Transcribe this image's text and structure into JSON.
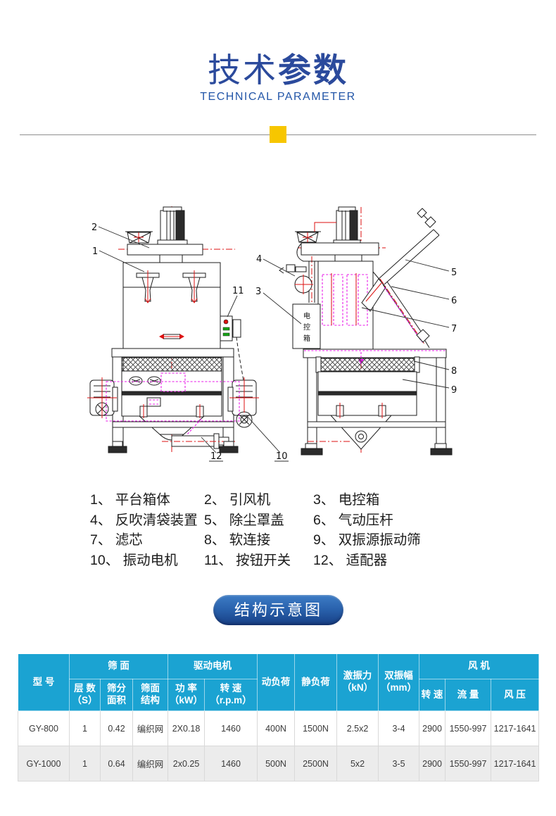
{
  "header": {
    "title_light": "技术",
    "title_bold": "参数",
    "subtitle": "TECHNICAL PARAMETER",
    "accent_color": "#f7c600",
    "title_color": "#2b4a9c"
  },
  "diagram": {
    "callouts": [
      "1",
      "2",
      "3",
      "4",
      "5",
      "6",
      "7",
      "8",
      "9",
      "10",
      "11",
      "12"
    ],
    "control_box_chars": [
      "电",
      "控",
      "箱"
    ],
    "line_colors": {
      "outline": "#1d1d1d",
      "centerline": "#dd1111",
      "highlight": "#e818e8"
    }
  },
  "legend": {
    "items": [
      "1、 平台箱体",
      "2、 引风机",
      "3、 电控箱",
      "4、 反吹清袋装置",
      "5、 除尘罩盖",
      "6、 气动压杆",
      "7、 滤芯",
      "8、 软连接",
      "9、 双振源振动筛",
      "10、 振动电机",
      "11、 按钮开关",
      "12、 适配器"
    ]
  },
  "button": {
    "label": "结构示意图"
  },
  "table": {
    "header": {
      "model": "型 号",
      "group_screen": "筛  面",
      "group_motor": "驱动电机",
      "dyn_load": "动负荷",
      "static_load": "静负荷",
      "excitation": "激振力\n（kN）",
      "amplitude": "双振幅\n（mm）",
      "group_fan": "风  机",
      "sub_layers": "层 数\n（S）",
      "sub_area": "筛分\n面积",
      "sub_structure": "筛面\n结构",
      "sub_power": "功 率\n（kW）",
      "sub_speed": "转 速\n（r.p.m）",
      "sub_fan_speed": "转 速",
      "sub_fan_flow": "流 量",
      "sub_fan_pressure": "风 压"
    },
    "rows": [
      [
        "GY-800",
        "1",
        "0.42",
        "编织网",
        "2X0.18",
        "1460",
        "400N",
        "1500N",
        "2.5x2",
        "3-4",
        "2900",
        "1550-997",
        "1217-1641"
      ],
      [
        "GY-1000",
        "1",
        "0.64",
        "编织网",
        "2x0.25",
        "1460",
        "500N",
        "2500N",
        "5x2",
        "3-5",
        "2900",
        "1550-997",
        "1217-1641"
      ]
    ]
  }
}
